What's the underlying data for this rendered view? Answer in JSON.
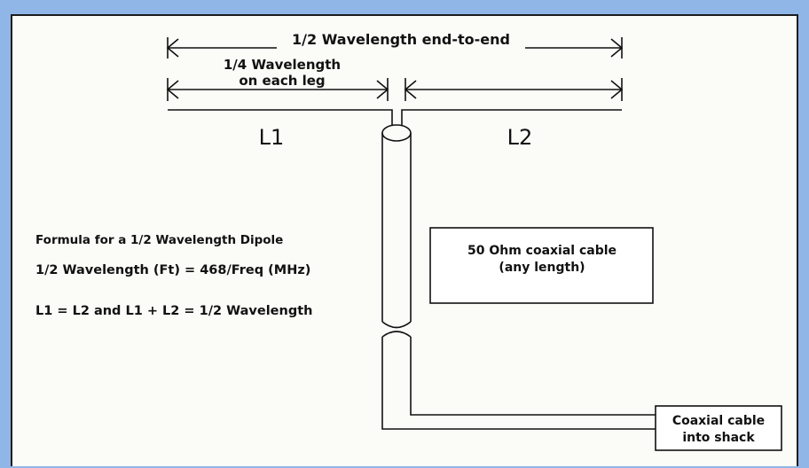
{
  "colors": {
    "frame_background": "#8fb6e6",
    "panel_background": "#fbfbf8",
    "line": "#111111"
  },
  "dimensions": {
    "half_wave_label": "1/2 Wavelength end-to-end",
    "quarter_wave_label_line1": "1/4 Wavelength",
    "quarter_wave_label_line2": "on each leg"
  },
  "antenna": {
    "leg_left_label": "L1",
    "leg_right_label": "L2"
  },
  "formula": {
    "heading": "Formula for a 1/2 Wavelength Dipole",
    "line1": "1/2 Wavelength (Ft) = 468/Freq (MHz)",
    "line2": "L1 = L2  and  L1 + L2 = 1/2 Wavelength"
  },
  "coax_callout": {
    "line1": "50 Ohm coaxial cable",
    "line2": "(any length)"
  },
  "shack_callout": {
    "line1": "Coaxial cable",
    "line2": "into shack"
  }
}
